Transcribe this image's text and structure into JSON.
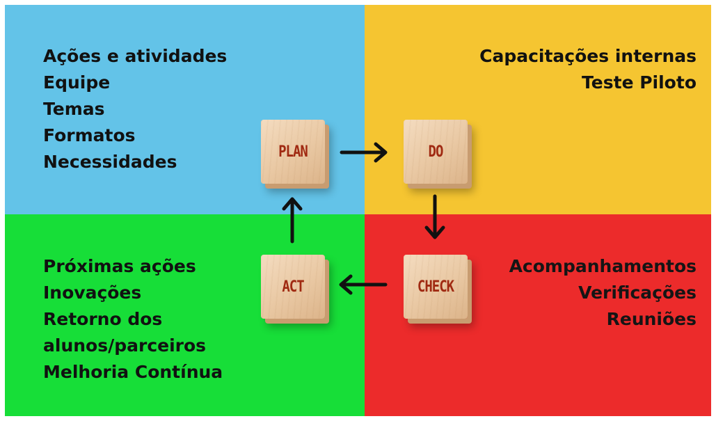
{
  "quadrants": {
    "plan": {
      "color": "#63c3e8",
      "items": [
        "Ações e atividades",
        "Equipe",
        "Temas",
        "Formatos",
        "Necessidades"
      ]
    },
    "do": {
      "color": "#f5c531",
      "items": [
        "Capacitações internas",
        "Teste Piloto"
      ]
    },
    "check": {
      "color": "#ec2b2b",
      "items": [
        "Acompanhamentos",
        "Verificações",
        "Reuniões"
      ]
    },
    "act": {
      "color": "#17de38",
      "items": [
        "Próximas ações",
        "Inovações",
        "Retorno dos",
        "alunos/parceiros",
        "Melhoria Contínua"
      ]
    }
  },
  "cubes": {
    "plan": "PLAN",
    "do": "DO",
    "check": "CHECK",
    "act": "ACT"
  },
  "cycle": [
    "PLAN",
    "DO",
    "CHECK",
    "ACT"
  ]
}
